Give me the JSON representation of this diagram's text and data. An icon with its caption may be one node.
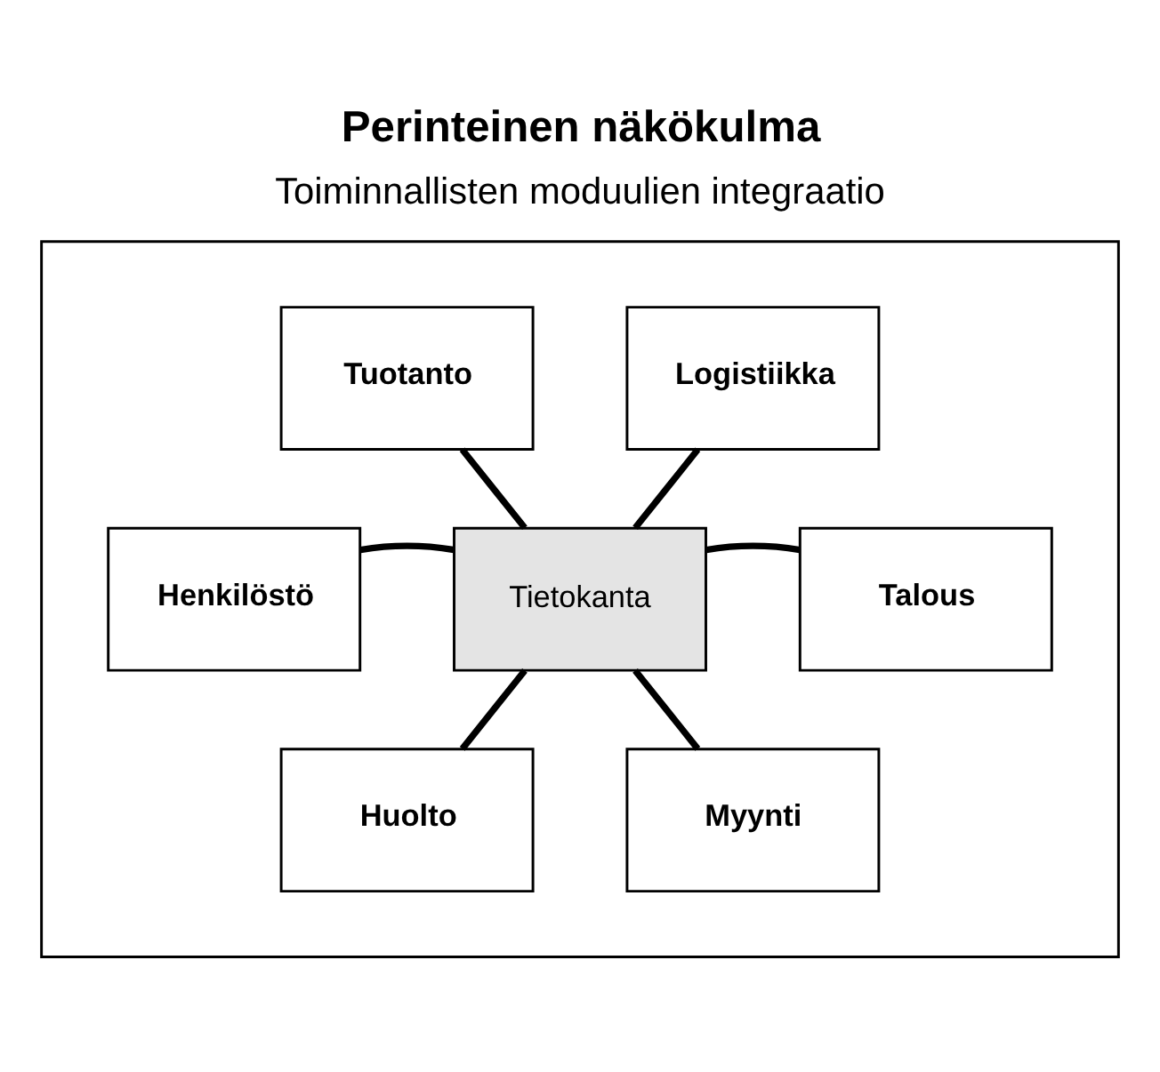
{
  "diagram": {
    "title": "Perinteinen näkökulma",
    "nodes": [
      {
        "text": [],
        "shape": "box"
      },
      {
        "text": [
          "Tuotanto"
        ],
        "in": 0
      },
      {
        "text": [
          "Logistiikka"
        ],
        "in": 0
      },
      {
        "text": [
          "Henkilöstö"
        ],
        "in": 0
      },
      {
        "text": [
          "Tietokanta"
        ],
        "in": 0
      },
      {
        "text": [
          "Talous"
        ],
        "in": 0
      },
      {
        "text": [
          "Huolto"
        ],
        "in": 0
      },
      {
        "text": [
          "Myynti"
        ],
        "in": 0
      }
    ],
    "edges": [
      {
        "from": 1,
        "to": 4,
        "arrow": "none"
      },
      {
        "from": 2,
        "to": 4,
        "arrow": "none"
      },
      {
        "from": 3,
        "to": 4,
        "arrow": "none"
      },
      {
        "from": 4,
        "to": 5,
        "arrow": "none"
      },
      {
        "from": 4,
        "to": 6,
        "arrow": "none"
      },
      {
        "from": 4,
        "to": 7,
        "arrow": "none"
      }
    ],
    "labels": [
      "Toiminnallisten moduulien integraatio"
    ]
  }
}
